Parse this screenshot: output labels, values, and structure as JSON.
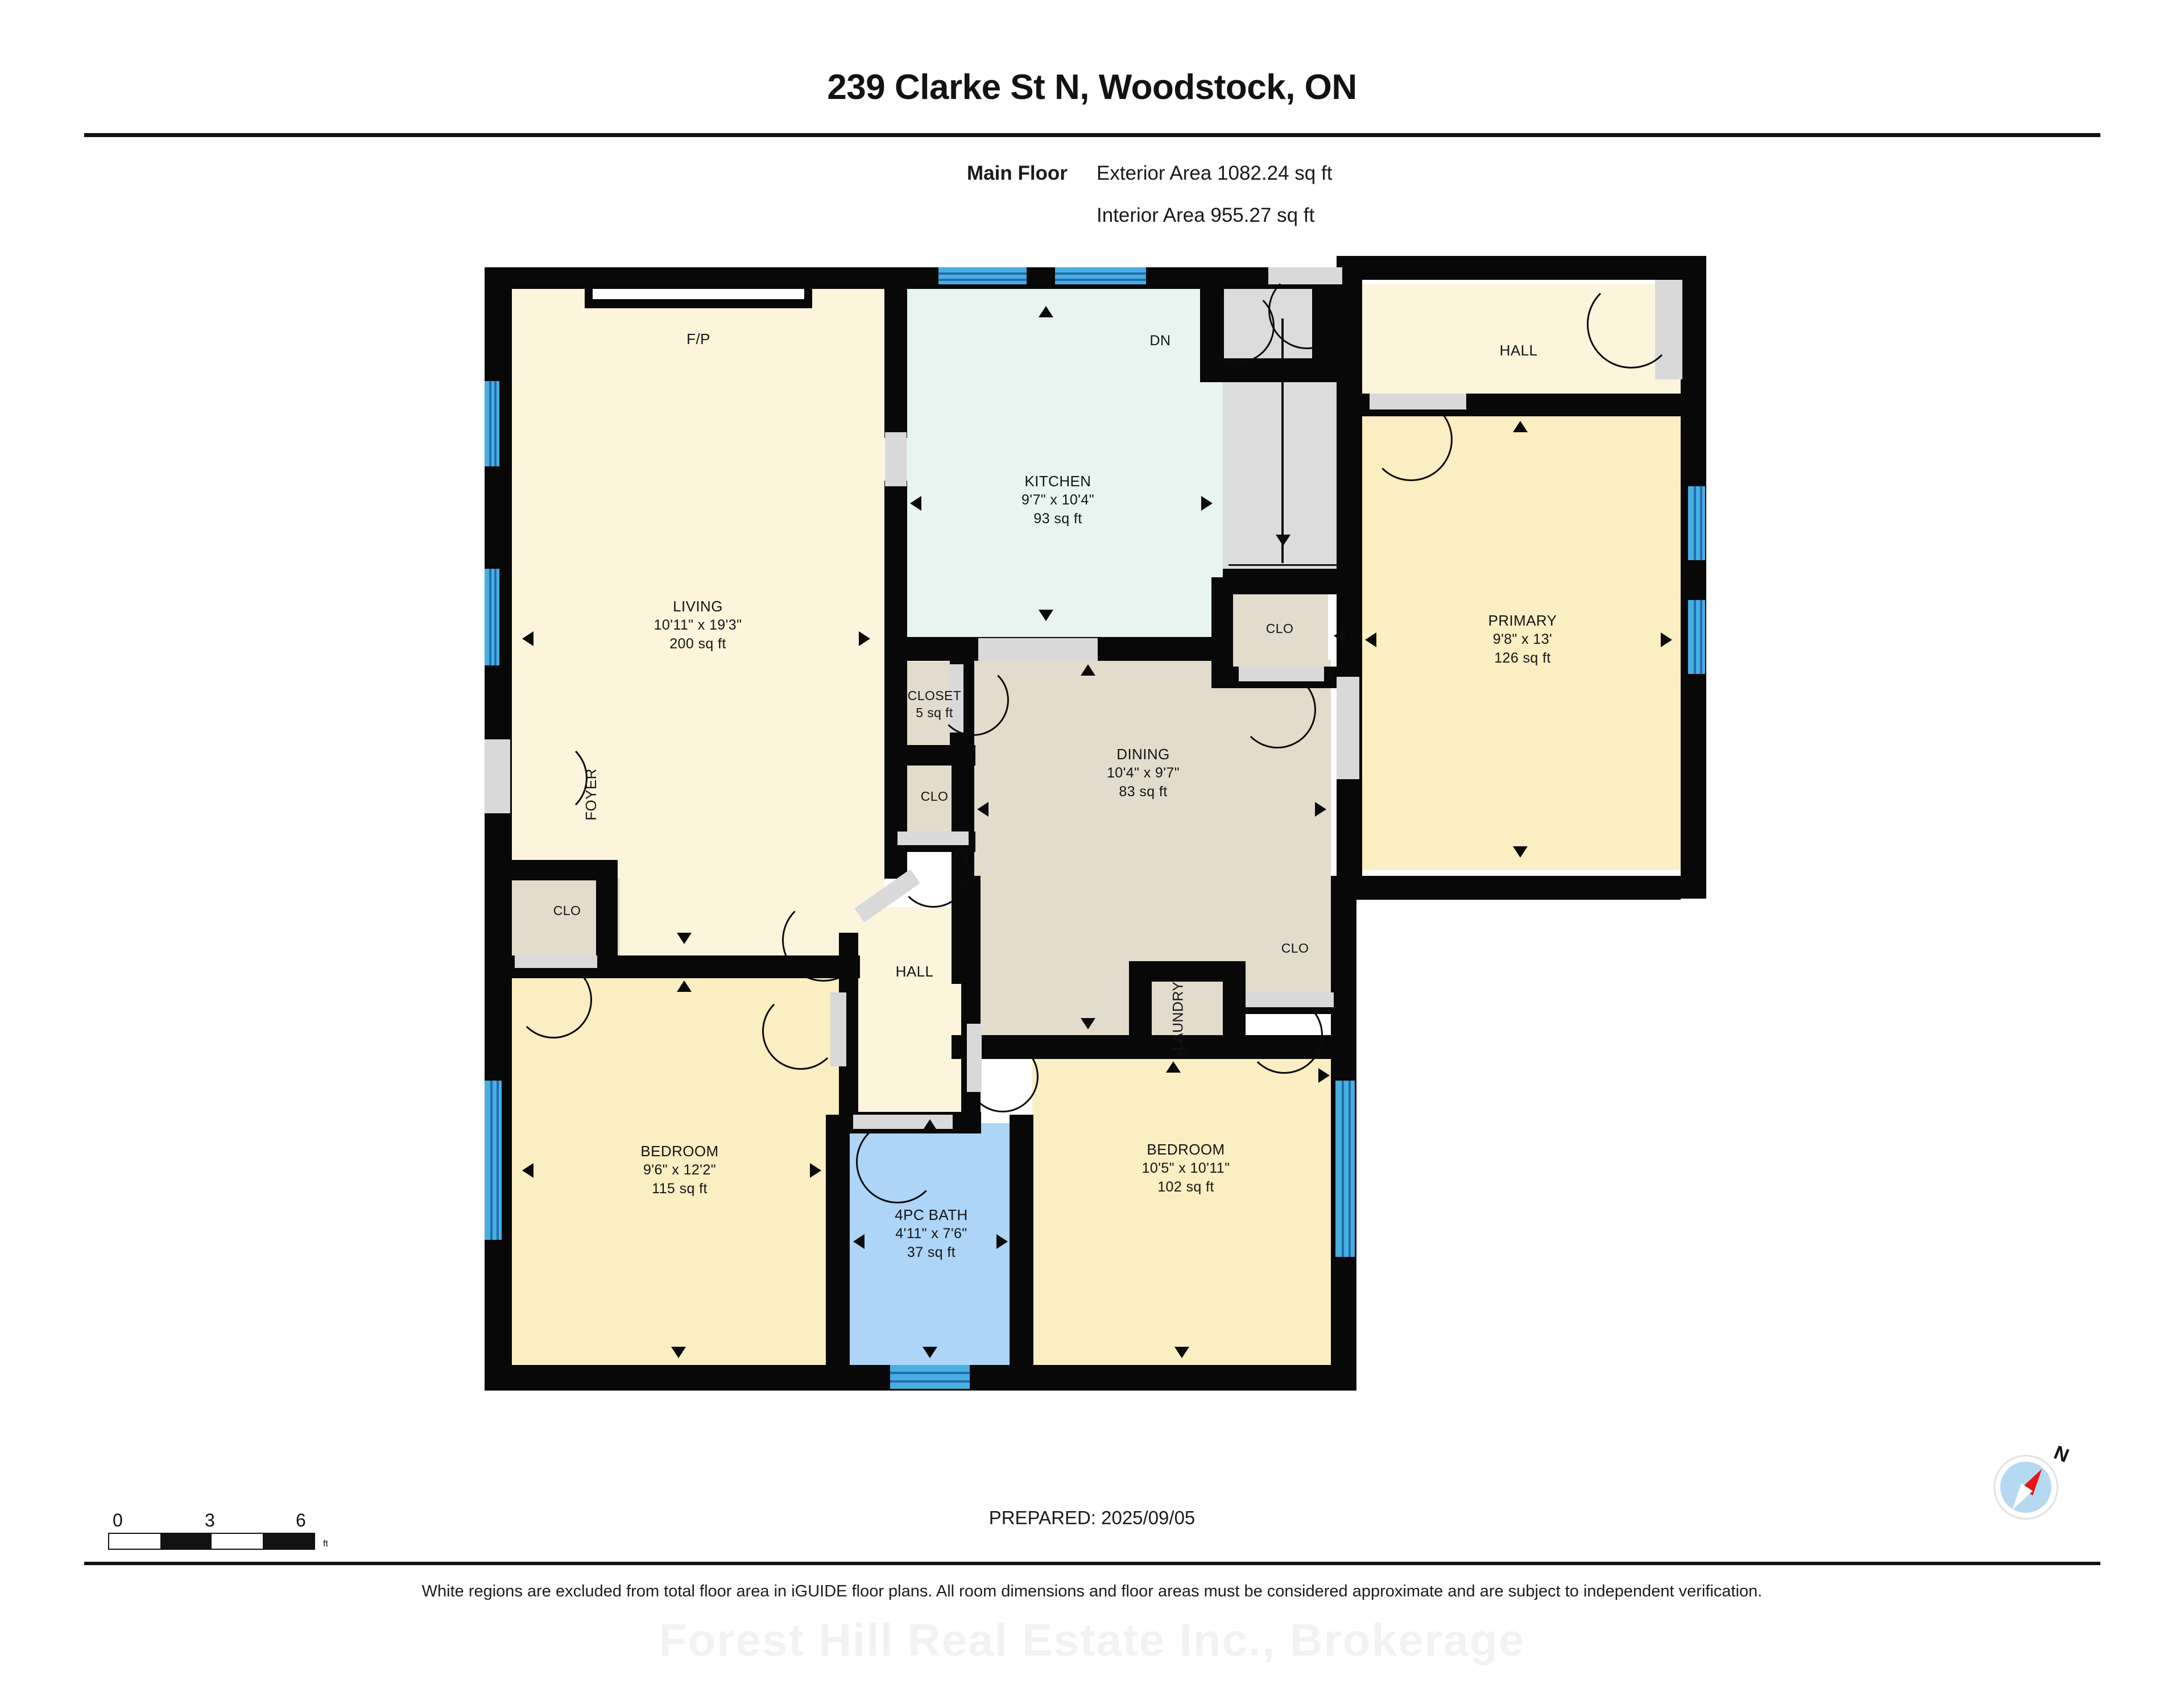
{
  "header": {
    "title": "239 Clarke St N, Woodstock, ON",
    "floor_label": "Main Floor",
    "exterior_area": "Exterior Area 1082.24 sq ft",
    "interior_area": "Interior Area 955.27 sq ft"
  },
  "rooms": {
    "living": {
      "name": "LIVING",
      "dims": "10'11\" x 19'3\"",
      "area": "200 sq ft"
    },
    "kitchen": {
      "name": "KITCHEN",
      "dims": "9'7\" x 10'4\"",
      "area": "93 sq ft"
    },
    "dining": {
      "name": "DINING",
      "dims": "10'4\" x 9'7\"",
      "area": "83 sq ft"
    },
    "primary": {
      "name": "PRIMARY",
      "dims": "9'8\" x 13'",
      "area": "126 sq ft"
    },
    "bedroom1": {
      "name": "BEDROOM",
      "dims": "9'6\" x 12'2\"",
      "area": "115 sq ft"
    },
    "bedroom2": {
      "name": "BEDROOM",
      "dims": "10'5\" x 10'11\"",
      "area": "102 sq ft"
    },
    "bath": {
      "name": "4PC BATH",
      "dims": "4'11\" x 7'6\"",
      "area": "37 sq ft"
    },
    "closet": {
      "name": "CLOSET",
      "area": "5 sq ft"
    }
  },
  "plain_labels": {
    "fireplace": "F/P",
    "foyer": "FOYER",
    "hall_upper": "HALL",
    "hall_lower": "HALL",
    "stairs_down": "DN",
    "laundry": "LAUNDRY",
    "clo_foyer": "CLO",
    "clo_dining_left": "CLO",
    "clo_kitchen": "CLO",
    "clo_laundry": "CLO"
  },
  "scale": {
    "tick0": "0",
    "tick1": "3",
    "tick2": "6",
    "unit": "ft"
  },
  "footer": {
    "prepared": "PREPARED: 2025/09/05",
    "disclaimer": "White regions are excluded from total floor area in iGUIDE floor plans. All room dimensions and floor areas must be considered approximate and are subject to independent verification.",
    "watermark": "Forest Hill Real Estate Inc., Brokerage",
    "compass_north": "N"
  },
  "colors": {
    "wall": "#080808",
    "room_cream": "#fdf4dc",
    "room_yellow": "#fbeec2",
    "kitchen_mint": "#e7f4ef",
    "dining_tan": "#e3dccd",
    "bath_blue": "#aed5f7",
    "window_blue": "#49aee4",
    "stairs_grey": "#dcdcdc",
    "compass_red": "#e61414"
  }
}
